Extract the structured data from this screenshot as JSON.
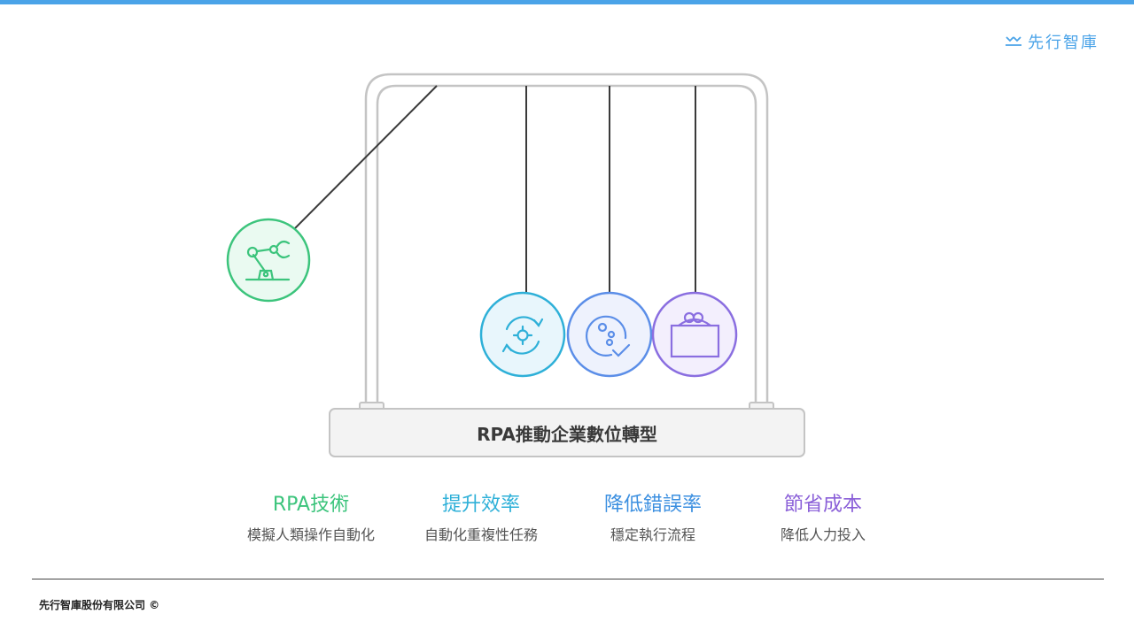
{
  "brand": {
    "logo_text": "先行智庫",
    "accent": "#4aa3e8"
  },
  "diagram": {
    "base_label": "RPA推動企業數位轉型",
    "balls": [
      {
        "icon": "robot-arm-icon",
        "color": "#3cc47c"
      },
      {
        "icon": "gear-cycle-icon",
        "color": "#2eb0d8"
      },
      {
        "icon": "error-check-icon",
        "color": "#5b8ee8"
      },
      {
        "icon": "piggy-box-icon",
        "color": "#8a6ee0"
      }
    ]
  },
  "features": [
    {
      "title": "RPA技術",
      "desc": "模擬人類操作自動化",
      "color": "#3cc47c"
    },
    {
      "title": "提升效率",
      "desc": "自動化重複性任務",
      "color": "#2eb0d8"
    },
    {
      "title": "降低錯誤率",
      "desc": "穩定執行流程",
      "color": "#3b8fe0"
    },
    {
      "title": "節省成本",
      "desc": "降低人力投入",
      "color": "#8a5fd8"
    }
  ],
  "footer": {
    "copyright": "先行智庫股份有限公司 ©"
  }
}
